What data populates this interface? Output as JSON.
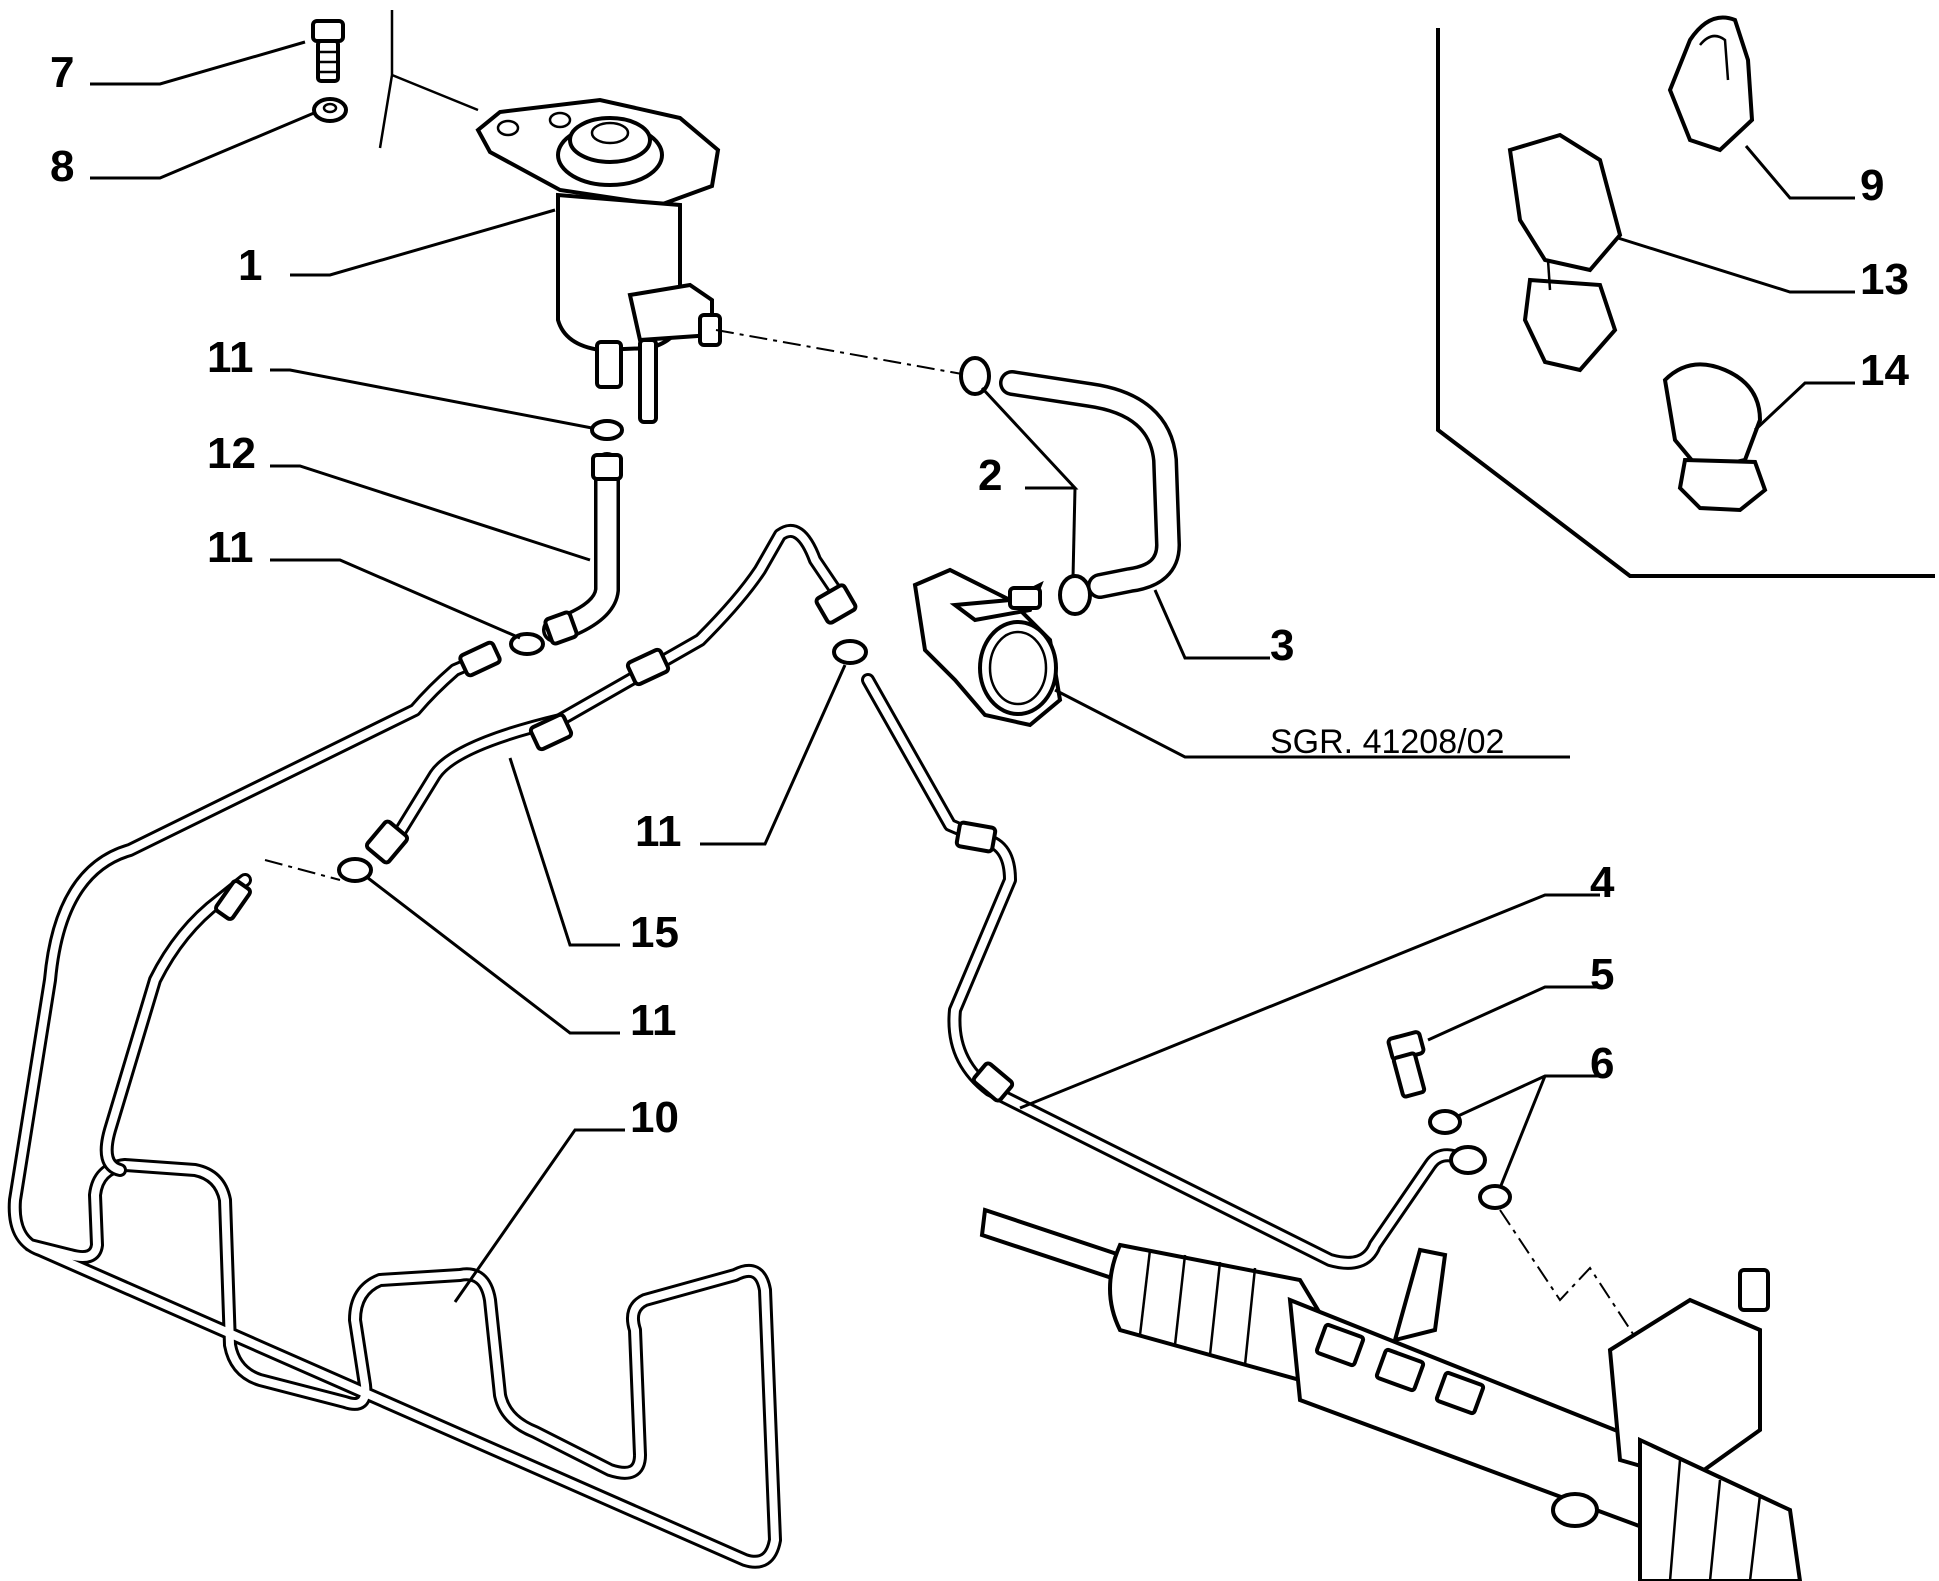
{
  "labels": {
    "l1": "1",
    "l2": "2",
    "l3": "3",
    "l4": "4",
    "l5": "5",
    "l6": "6",
    "l7": "7",
    "l8": "8",
    "l9": "9",
    "l10": "10",
    "l11a": "11",
    "l11b": "11",
    "l11c": "11",
    "l11d": "11",
    "l12": "12",
    "l13": "13",
    "l14": "14",
    "l15": "15",
    "ref": "SGR. 41208/02"
  }
}
